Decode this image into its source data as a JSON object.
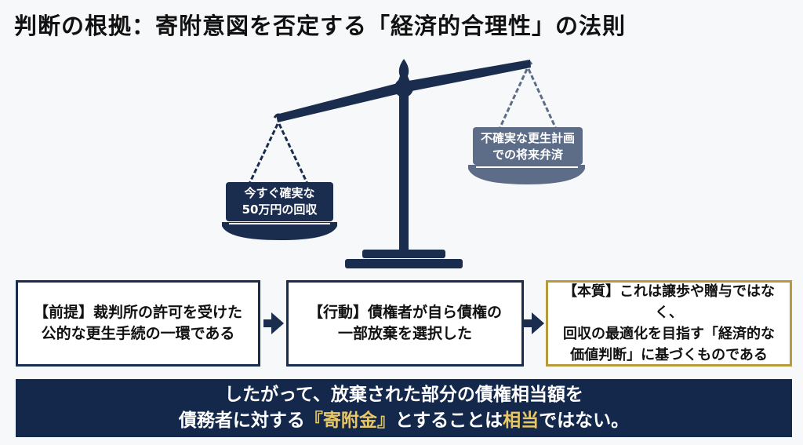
{
  "title": "判断の根拠：寄附意図を否定する「経済的合理性」の法則",
  "scale": {
    "left_pan": {
      "line1": "今すぐ確実な",
      "line2": "50万円の回収"
    },
    "right_pan": {
      "line1": "不確実な更生計画",
      "line2": "での将来弁済"
    },
    "colors": {
      "heavy": "#1b2d4f",
      "light": "#5d6d88"
    }
  },
  "steps": [
    {
      "lines": [
        "【前提】裁判所の許可を受けた",
        "公的な更生手続の一環である"
      ]
    },
    {
      "lines": [
        "【行動】債権者が自ら債権の",
        "一部放棄を選択した"
      ]
    },
    {
      "lines": [
        "【本質】これは譲歩や贈与ではなく、",
        "回収の最適化を目指す「経済的な",
        "価値判断」に基づくものである"
      ]
    }
  ],
  "conclusion": {
    "line1": "したがって、放棄された部分の債権相当額を",
    "line2_a": "債務者に対する",
    "line2_hl1": "『寄附金』",
    "line2_b": "とすることは",
    "line2_hl2": "相当",
    "line2_c": "ではない。"
  }
}
